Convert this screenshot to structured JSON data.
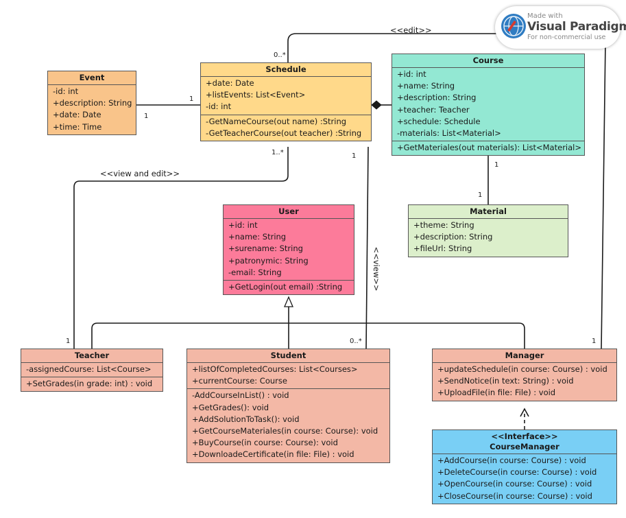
{
  "diagram": {
    "classes": {
      "event": {
        "name": "Event",
        "attributes": [
          "-id: int",
          "+description: String",
          "+date: Date",
          "+time: Time"
        ],
        "methods": [],
        "color": "#f9c48a"
      },
      "schedule": {
        "name": "Schedule",
        "attributes": [
          "+date: Date",
          "+listEvents: List<Event>",
          "-id: int"
        ],
        "methods": [
          "-GetNameCourse(out name) :String",
          "-GetTeacherCourse(out teacher) :String"
        ],
        "color": "#ffd98a"
      },
      "course": {
        "name": "Course",
        "attributes": [
          "+id: int",
          "+name: String",
          "+description: String",
          "+teacher: Teacher",
          "+schedule: Schedule",
          "-materials: List<Material>"
        ],
        "methods": [
          "+GetMateriales(out materials): List<Material>"
        ],
        "color": "#93e8d3"
      },
      "material": {
        "name": "Material",
        "attributes": [
          "+theme: String",
          "+description: String",
          "+fileUrl: String"
        ],
        "methods": [],
        "color": "#dcefcb"
      },
      "user": {
        "name": "User",
        "attributes": [
          "+id: int",
          "+name: String",
          "+surename: String",
          "+patronymic: String",
          "-email: String"
        ],
        "methods": [
          "+GetLogin(out email) :String"
        ],
        "color": "#fc7b9a"
      },
      "teacher": {
        "name": "Teacher",
        "attributes": [
          "-assignedCourse: List<Course>"
        ],
        "methods": [
          "+SetGrades(in grade: int) : void"
        ],
        "color": "#f3b8a6"
      },
      "student": {
        "name": "Student",
        "attributes": [
          "+listOfCompletedCourses: List<Courses>",
          "+currentCourse: Course"
        ],
        "methods": [
          "-AddCourseInList() : void",
          "+GetGrades(): void",
          "+AddSolutionToTask(): void",
          "+GetCourseMateriales(in course: Course): void",
          "+BuyCourse(in course: Course): void",
          "+DownloadeCertificate(in file: File) : void"
        ],
        "color": "#f3b8a6"
      },
      "manager": {
        "name": "Manager",
        "attributes": [
          "+updateSchedule(in course: Course) : void",
          "+SendNotice(in text: String) : void",
          "+UploadFile(in file: File) : void"
        ],
        "methods": [],
        "color": "#f3b8a6"
      },
      "course_manager": {
        "stereotype": "<<Interface>>",
        "name": "CourseManager",
        "attributes": [
          "+AddCourse(in course: Course) : void",
          "+DeleteCourse(in course: Course) : void",
          "+OpenCourse(in course: Course) : void",
          "+CloseCourse(in course: Course) : void"
        ],
        "methods": [],
        "color": "#79cff5"
      }
    },
    "multiplicities": {
      "event_schedule_event_end": "1",
      "event_schedule_schedule_end": "1",
      "edit_schedule_end": "0..*",
      "edit_manager_end": "1",
      "view_edit_schedule_end": "1..*",
      "view_edit_teacher_end": "1",
      "view_schedule_end": "1",
      "view_student_end": "0..*",
      "course_material_course_end": "1",
      "course_material_material_end": "1"
    },
    "stereotype_labels": {
      "edit": "<<edit>>",
      "view_and_edit": "<<view and edit>>",
      "view": "<<view>>"
    },
    "line_color": "#1a1a1a"
  },
  "badge": {
    "line1": "Made with",
    "line2": "Visual Paradigm",
    "line3": "For non-commercial use"
  }
}
